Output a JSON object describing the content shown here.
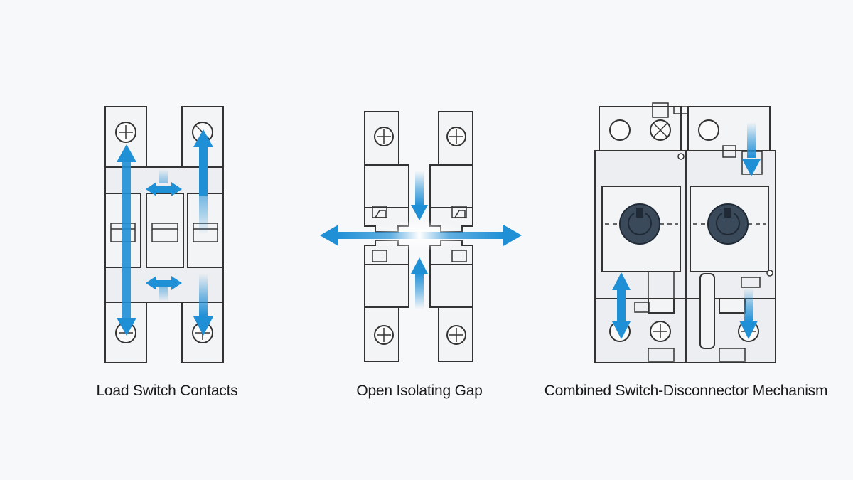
{
  "diagram": {
    "panels": [
      {
        "caption": "Load Switch Contacts"
      },
      {
        "caption": "Open Isolating Gap"
      },
      {
        "caption": "Combined Switch-Disconnector Mechanism"
      }
    ],
    "colors": {
      "arrow": "#1f8fd6",
      "arrow_glow": "#bfe0f5",
      "outline": "#333333",
      "body_fill": "#f3f4f6",
      "knob": "#3a4a5a",
      "background": "#f7f8fa"
    },
    "icons": [
      "screw-terminal-icon",
      "flow-arrow-icon",
      "rotary-knob-icon"
    ]
  }
}
